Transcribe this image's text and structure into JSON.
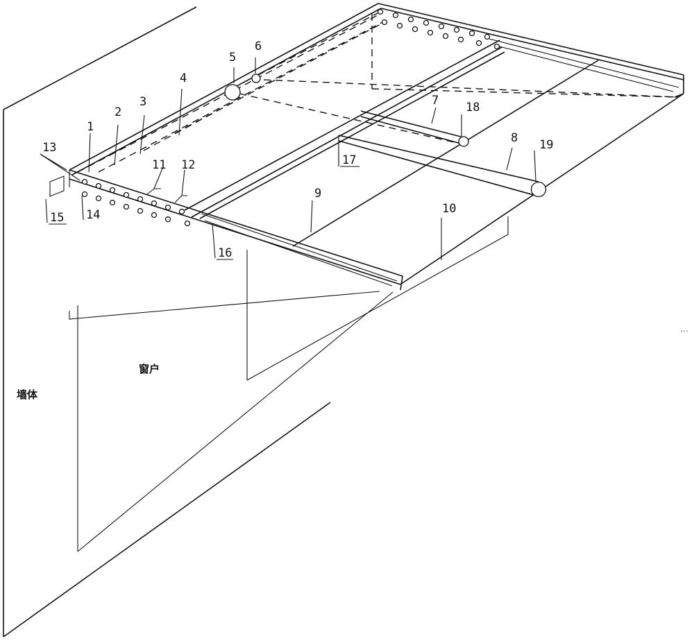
{
  "labels": {
    "wall": "墙体",
    "window": "窗户",
    "n1": "1",
    "n2": "2",
    "n3": "3",
    "n4": "4",
    "n5": "5",
    "n6": "6",
    "n7": "7",
    "n8": "8",
    "n9": "9",
    "n10": "10",
    "n11": "11",
    "n12": "12",
    "n13": "13",
    "n14": "14",
    "n15": "15",
    "n16": "16",
    "n17": "17",
    "n18": "18",
    "n19": "19",
    "ellipsis": "…"
  }
}
